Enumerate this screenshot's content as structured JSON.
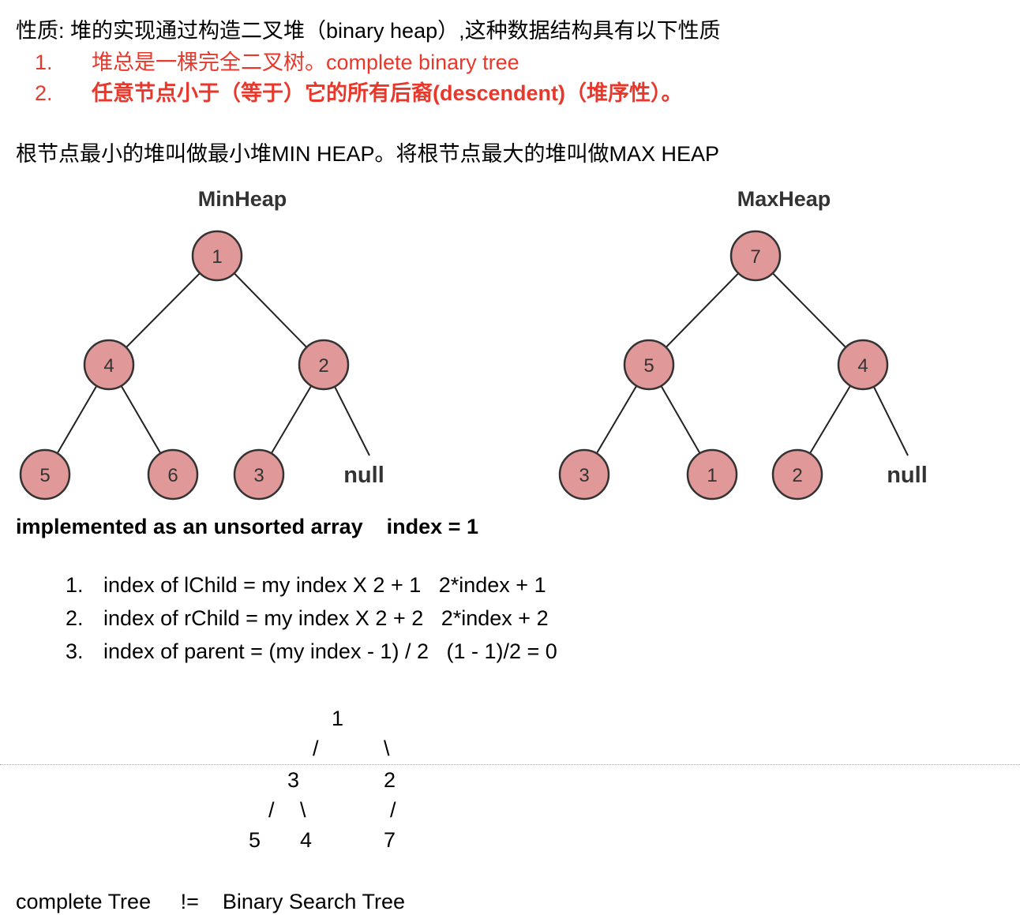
{
  "intro": "性质: 堆的实现通过构造二叉堆（binary heap）,这种数据结构具有以下性质",
  "properties": [
    {
      "num": "1.",
      "text": "堆总是一棵完全二叉树。complete binary tree"
    },
    {
      "num": "2.",
      "text": "任意节点小于（等于）它的所有后裔(descendent)（堆序性）。"
    }
  ],
  "root_note": "根节点最小的堆叫做最小堆MIN HEAP。将根节点最大的堆叫做MAX HEAP",
  "minheap": {
    "title": "MinHeap",
    "root": "1",
    "l": "4",
    "r": "2",
    "ll": "5",
    "lr": "6",
    "rl": "3",
    "rr": "null"
  },
  "maxheap": {
    "title": "MaxHeap",
    "root": "7",
    "l": "5",
    "r": "4",
    "ll": "3",
    "lr": "1",
    "rl": "2",
    "rr": "null"
  },
  "array_heading": "implemented as an unsorted array    index = 1",
  "array_items": [
    {
      "num": "1.",
      "text": "index of lChild = my index X 2 + 1   2*index + 1"
    },
    {
      "num": "2.",
      "text": "index of rChild = my index X 2 + 2   2*index + 2"
    },
    {
      "num": "3.",
      "text": "index of parent = (my index - 1) / 2   (1 - 1)/2 = 0"
    }
  ],
  "ascii_tree": {
    "root": "1",
    "slash_a": "/",
    "slash_b": "\\",
    "n3": "3",
    "n2": "2",
    "slash_c": "/",
    "slash_d": "\\",
    "slash_e": "/",
    "n5": "5",
    "n4": "4",
    "n7": "7"
  },
  "footer": "complete Tree     !=    Binary Search Tree",
  "colors": {
    "node_fill": "#e09898",
    "node_stroke": "#333333",
    "red_text": "#e8382b"
  }
}
